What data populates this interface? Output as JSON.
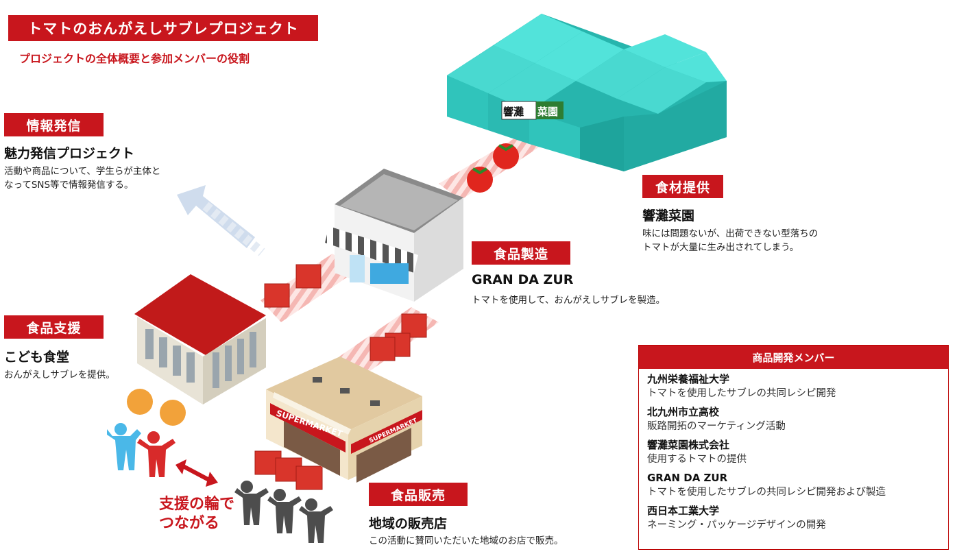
{
  "header": {
    "title": "トマトのおんがえしサブレプロジェクト",
    "subtitle": "プロジェクトの全体概要と参加メンバーの役割"
  },
  "sections": {
    "info": {
      "tag": "情報発信",
      "heading": "魅力発信プロジェクト",
      "desc_line1": "活動や商品について、学生らが主体と",
      "desc_line2": "なってSNS等で情報発信する。"
    },
    "supply": {
      "tag": "食材提供",
      "heading": "響灘菜園",
      "desc_line1": "味には問題ないが、出荷できない型落ちの",
      "desc_line2": "トマトが大量に生み出されてしまう。"
    },
    "manufacture": {
      "tag": "食品製造",
      "heading": "GRAN DA ZUR",
      "desc": "トマトを使用して、おんがえしサブレを製造。"
    },
    "support": {
      "tag": "食品支援",
      "heading": "こども食堂",
      "desc": "おんがえしサブレを提供。"
    },
    "sales": {
      "tag": "食品販売",
      "heading": "地域の販売店",
      "desc": "この活動に賛同いただいた地域のお店で販売。"
    }
  },
  "illustration": {
    "greenhouse_sign_1": "響灘",
    "greenhouse_sign_2": "菜園",
    "supermarket_sign": "SUPERMARKET",
    "supermarket_side_sign": "SUPERMARKET",
    "ring_line1": "支援の輪で",
    "ring_line2": "つながる",
    "colors": {
      "brand_red": "#c8161d",
      "greenhouse": "#2fc9c0",
      "path_stripe": "#f5b7b3"
    }
  },
  "members": {
    "header": "商品開発メンバー",
    "items": [
      {
        "name": "九州栄養福祉大学",
        "role": "トマトを使用したサブレの共同レシピ開発"
      },
      {
        "name": "北九州市立高校",
        "role": "販路開拓のマーケティング活動"
      },
      {
        "name": "響灘菜園株式会社",
        "role": "使用するトマトの提供"
      },
      {
        "name": "GRAN DA ZUR",
        "role": "トマトを使用したサブレの共同レシピ開発および製造"
      },
      {
        "name": "西日本工業大学",
        "role": "ネーミング・パッケージデザインの開発"
      }
    ]
  }
}
